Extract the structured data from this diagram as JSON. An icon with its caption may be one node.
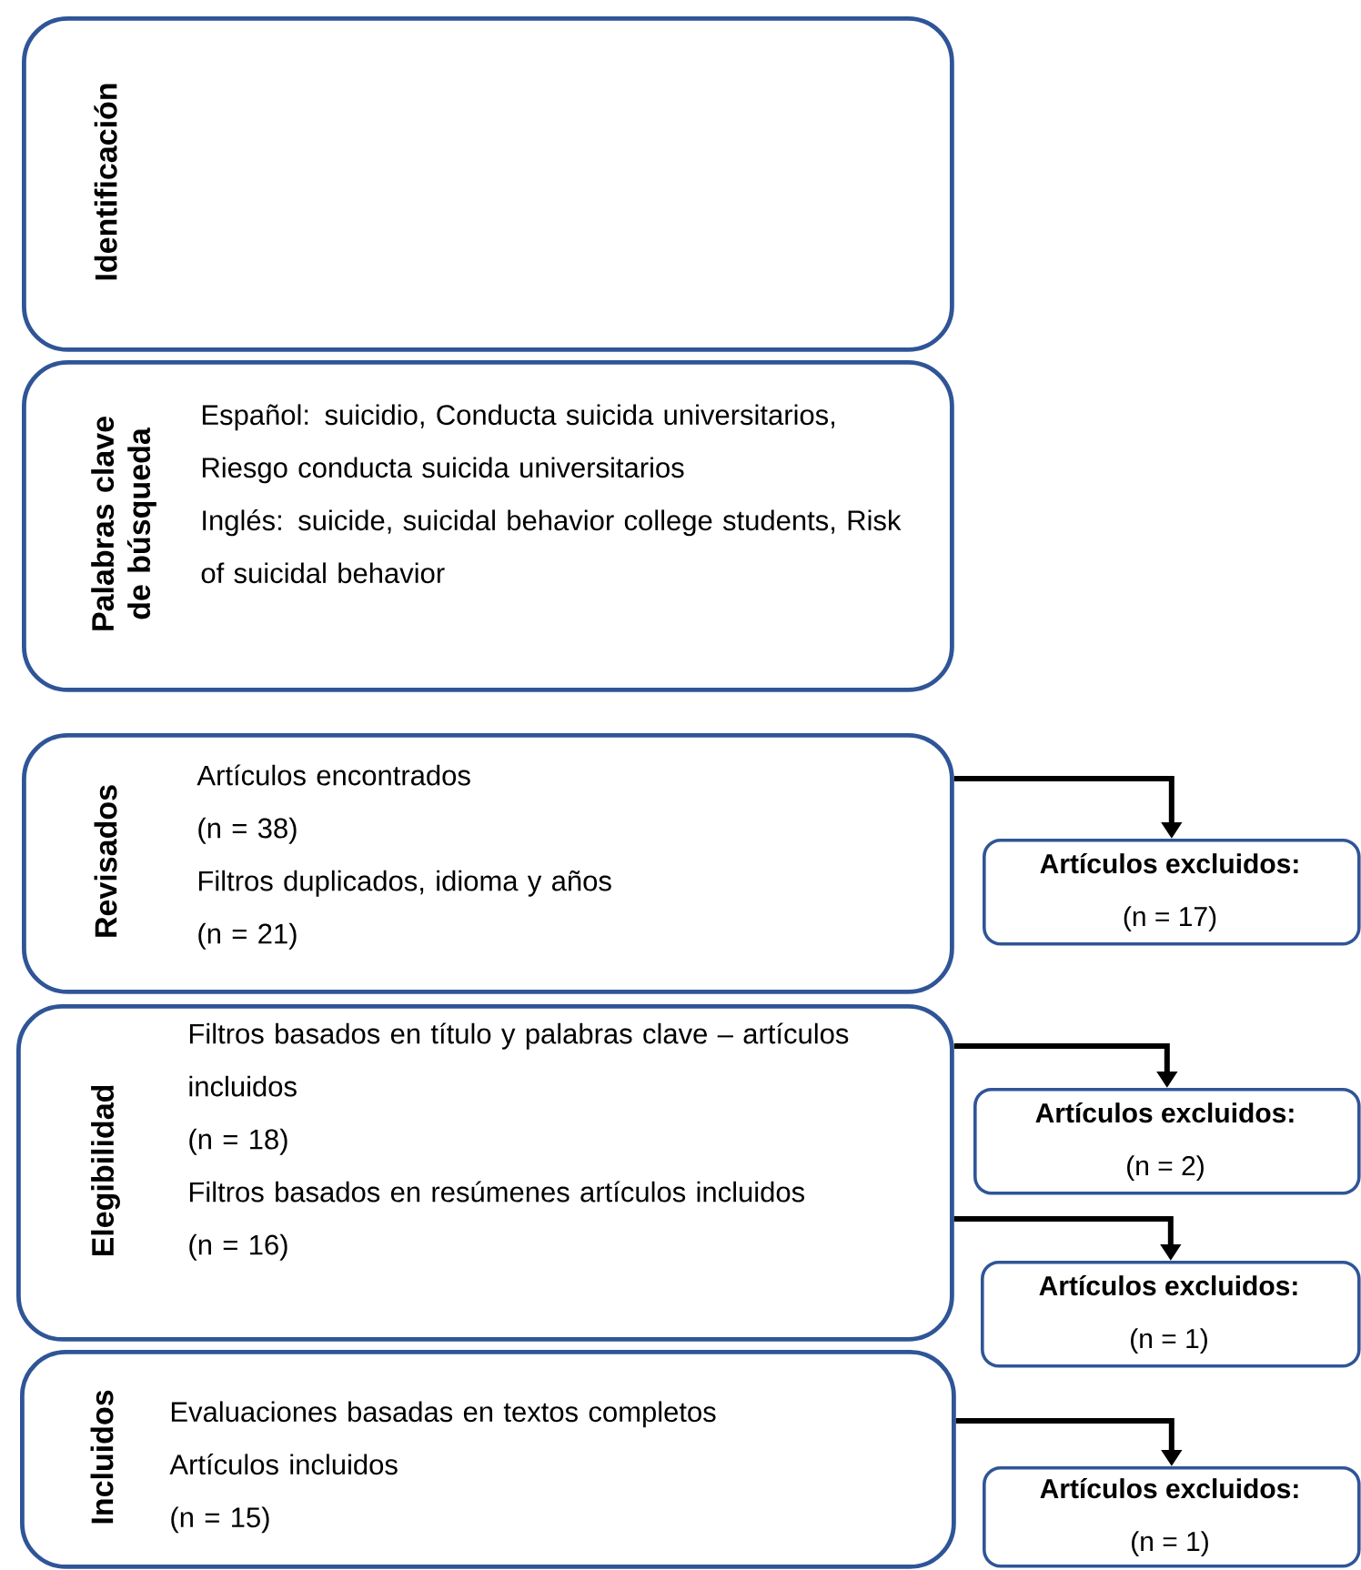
{
  "diagram": {
    "nodes": [
      {
        "text": [
          "Identificación"
        ]
      },
      {
        "text": [
          "Palabras clave de búsqueda",
          "Español: suicidio, Conducta suicida universitarios, Riesgo conducta suicida universitarios",
          "Inglés: suicide, suicidal behavior college students, Risk of suicidal behavior"
        ]
      },
      {
        "text": [
          "Revisados",
          "Artículos encontrados",
          "(n = 38)",
          "Filtros duplicados, idioma y años",
          "(n = 21)"
        ]
      },
      {
        "text": [
          "Artículos excluidos:",
          "(n = 17)"
        ]
      },
      {
        "text": [
          "Elegibilidad",
          "Filtros basados en título y palabras clave – artículos incluidos",
          "(n = 18)",
          "Filtros basados en resúmenes artículos incluidos",
          "(n = 16)"
        ]
      },
      {
        "text": [
          "Artículos excluidos:",
          "(n = 2)"
        ]
      },
      {
        "text": [
          "Artículos excluidos:",
          "(n = 1)"
        ]
      },
      {
        "text": [
          "Incluidos",
          "Evaluaciones basadas en textos completos",
          "Artículos incluidos",
          "(n = 15)"
        ]
      },
      {
        "text": [
          "Artículos excluidos:",
          "(n = 1)"
        ]
      }
    ],
    "edges": [
      {
        "from": 2,
        "to": 3,
        "arrow": "to"
      },
      {
        "from": 4,
        "to": 5,
        "arrow": "to"
      },
      {
        "from": 4,
        "to": 6,
        "arrow": "to"
      },
      {
        "from": 7,
        "to": 8,
        "arrow": "to"
      }
    ]
  }
}
